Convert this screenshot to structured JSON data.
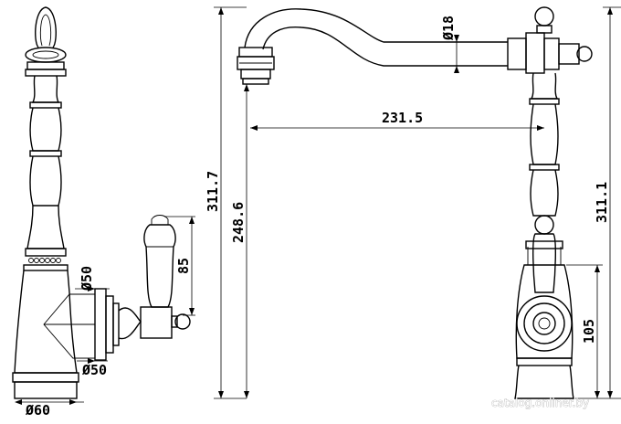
{
  "dimensions": {
    "overall_height": "311.7",
    "spout_height": "248.6",
    "spout_reach": "231.5",
    "spout_diameter": "18",
    "handle_height": "85",
    "neck_diameter": "50",
    "body_diameter": "50",
    "base_diameter": "60",
    "side_height": "311.1",
    "lever_height": "105"
  },
  "diameter_symbol": "Ø",
  "watermark": "catalog.onliner.by"
}
